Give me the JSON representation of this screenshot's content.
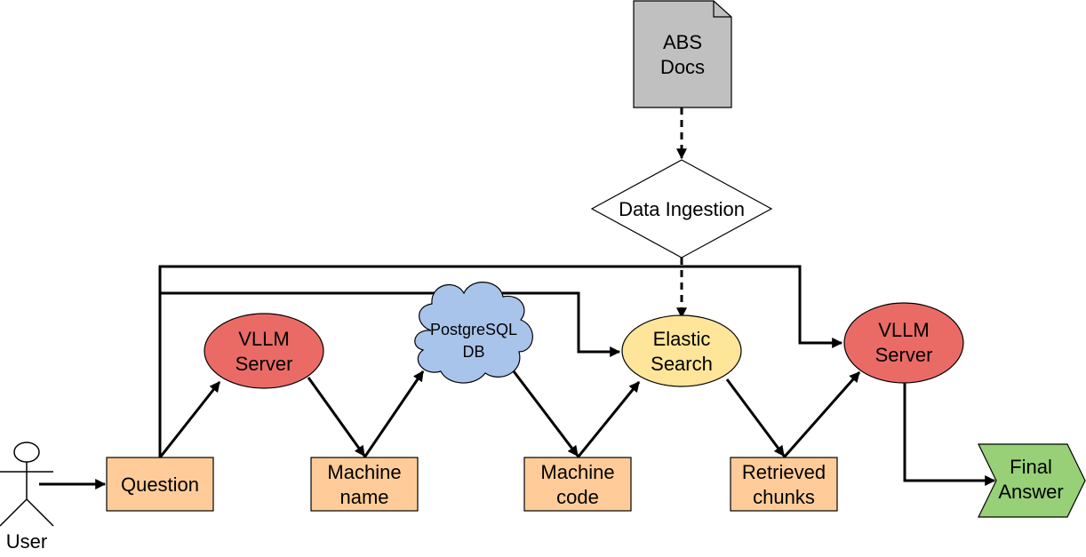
{
  "nodes": {
    "abs_docs": {
      "line1": "ABS",
      "line2": "Docs"
    },
    "data_ingestion": {
      "label": "Data Ingestion"
    },
    "user": {
      "label": "User"
    },
    "question": {
      "label": "Question"
    },
    "vllm_server_1": {
      "line1": "VLLM",
      "line2": "Server"
    },
    "machine_name": {
      "line1": "Machine",
      "line2": "name"
    },
    "postgresql_db": {
      "line1": "PostgreSQL",
      "line2": "DB"
    },
    "machine_code": {
      "line1": "Machine",
      "line2": "code"
    },
    "elastic_search": {
      "line1": "Elastic",
      "line2": "Search"
    },
    "retrieved_chunks": {
      "line1": "Retrieved",
      "line2": "chunks"
    },
    "vllm_server_2": {
      "line1": "VLLM",
      "line2": "Server"
    },
    "final_answer": {
      "line1": "Final",
      "line2": "Answer"
    }
  },
  "colors": {
    "document": "#c0c0c0",
    "process_box": "#ffcc99",
    "llm_server": "#ea6b66",
    "database_cloud": "#a9c4eb",
    "search_engine": "#ffe599",
    "output": "#97d077",
    "stroke": "#000000"
  }
}
